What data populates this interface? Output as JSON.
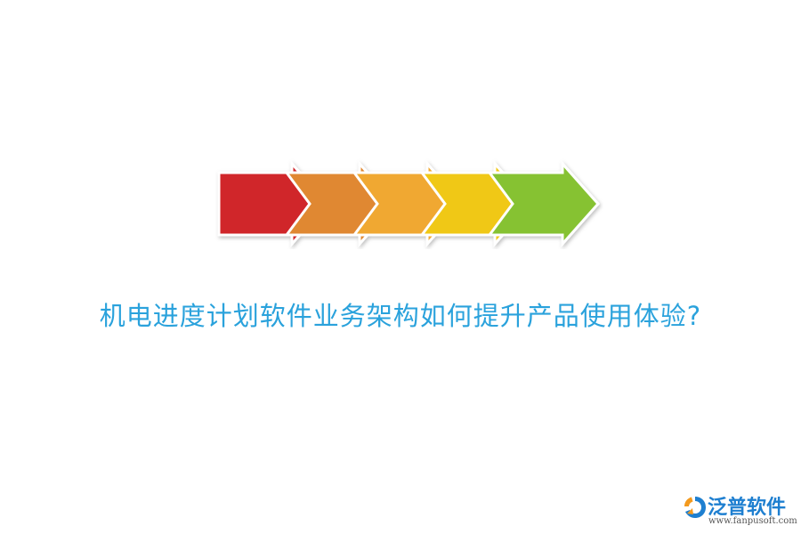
{
  "headline": "机电进度计划软件业务架构如何提升产品使用体验?",
  "logo": {
    "name": "泛普软件",
    "url": "www.fanpusoft.com"
  },
  "arrow_colors": [
    "#d0252c",
    "#e08830",
    "#f0a830",
    "#f0c818",
    "#86c232"
  ],
  "colors": {
    "headline": "#2aa2dc",
    "logo_blue": "#1e7fd0",
    "logo_orange": "#f39a1e"
  }
}
